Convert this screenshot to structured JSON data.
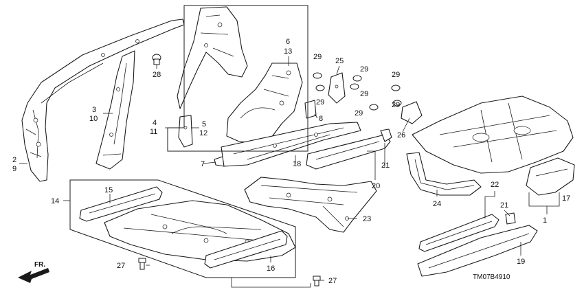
{
  "diagram": {
    "code": "TM07B4910",
    "direction_label": "FR.",
    "callouts": {
      "c1": "1",
      "c2": "2",
      "c9": "9",
      "c3": "3",
      "c10": "10",
      "c4": "4",
      "c11": "11",
      "c5": "5",
      "c12": "12",
      "c6": "6",
      "c13": "13",
      "c7": "7",
      "c8": "8",
      "c14": "14",
      "c15": "15",
      "c16": "16",
      "c17": "17",
      "c18": "18",
      "c19": "19",
      "c20": "20",
      "c21a": "21",
      "c21b": "21",
      "c22": "22",
      "c23": "23",
      "c24": "24",
      "c25": "25",
      "c26": "26",
      "c27a": "27",
      "c27b": "27",
      "c28": "28",
      "c29a": "29",
      "c29b": "29",
      "c29c": "29",
      "c29d": "29",
      "c29e": "29",
      "c29f": "29",
      "c29g": "29"
    },
    "colors": {
      "line": "#1a1a1a",
      "background": "#ffffff"
    }
  }
}
